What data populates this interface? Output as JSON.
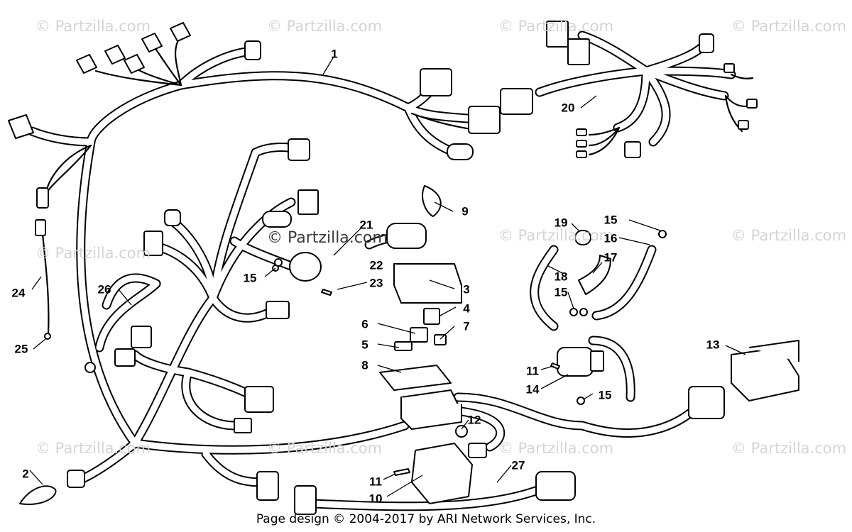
{
  "watermarks": [
    "© Partzilla.com",
    "© Partzilla.com",
    "© Partzilla.com",
    "© Partzilla.com",
    "© Partzilla.com",
    "© Partzilla.com",
    "© Partzilla.com",
    "© Partzilla.com",
    "© Partzilla.com",
    "© Partzilla.com",
    "© Partzilla.com"
  ],
  "center_watermark": "© Partzilla.com",
  "callouts": [
    {
      "id": "1",
      "text": "1"
    },
    {
      "id": "2",
      "text": "2"
    },
    {
      "id": "3",
      "text": "3"
    },
    {
      "id": "4",
      "text": "4"
    },
    {
      "id": "5",
      "text": "5"
    },
    {
      "id": "6",
      "text": "6"
    },
    {
      "id": "7",
      "text": "7"
    },
    {
      "id": "8",
      "text": "8"
    },
    {
      "id": "9",
      "text": "9"
    },
    {
      "id": "10",
      "text": "10"
    },
    {
      "id": "11a",
      "text": "11"
    },
    {
      "id": "11b",
      "text": "11"
    },
    {
      "id": "12",
      "text": "12"
    },
    {
      "id": "13",
      "text": "13"
    },
    {
      "id": "14",
      "text": "14"
    },
    {
      "id": "15a",
      "text": "15"
    },
    {
      "id": "15b",
      "text": "15"
    },
    {
      "id": "15c",
      "text": "15"
    },
    {
      "id": "15d",
      "text": "15"
    },
    {
      "id": "16",
      "text": "16"
    },
    {
      "id": "17",
      "text": "17"
    },
    {
      "id": "18",
      "text": "18"
    },
    {
      "id": "19",
      "text": "19"
    },
    {
      "id": "20",
      "text": "20"
    },
    {
      "id": "21",
      "text": "21"
    },
    {
      "id": "22",
      "text": "22"
    },
    {
      "id": "23",
      "text": "23"
    },
    {
      "id": "24",
      "text": "24"
    },
    {
      "id": "25",
      "text": "25"
    },
    {
      "id": "26",
      "text": "26"
    },
    {
      "id": "27",
      "text": "27"
    }
  ],
  "footer": "Page design © 2004-2017 by ARI Network Services, Inc."
}
